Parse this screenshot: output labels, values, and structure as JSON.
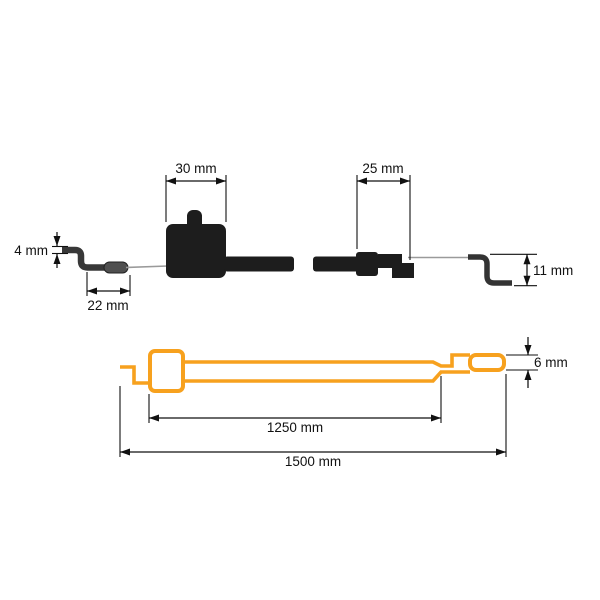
{
  "diagram": {
    "type": "technical-dimension-drawing",
    "subject": "bowden-control-cable",
    "labels": {
      "cylinder_width": "30 mm",
      "connector_length": "25 mm",
      "left_end_diameter": "4 mm",
      "left_end_length": "22 mm",
      "right_end_height": "11 mm",
      "schematic_end_height": "6 mm",
      "inner_cable_length": "1250 mm",
      "overall_length": "1500 mm"
    },
    "colors": {
      "part_black": "#1d1d1d",
      "fitting_gray": "#383838",
      "inner_wire_gray": "#9a9a9a",
      "dimension_lines": "#111111",
      "schematic_orange": "#f7a11e",
      "background": "#ffffff"
    }
  }
}
